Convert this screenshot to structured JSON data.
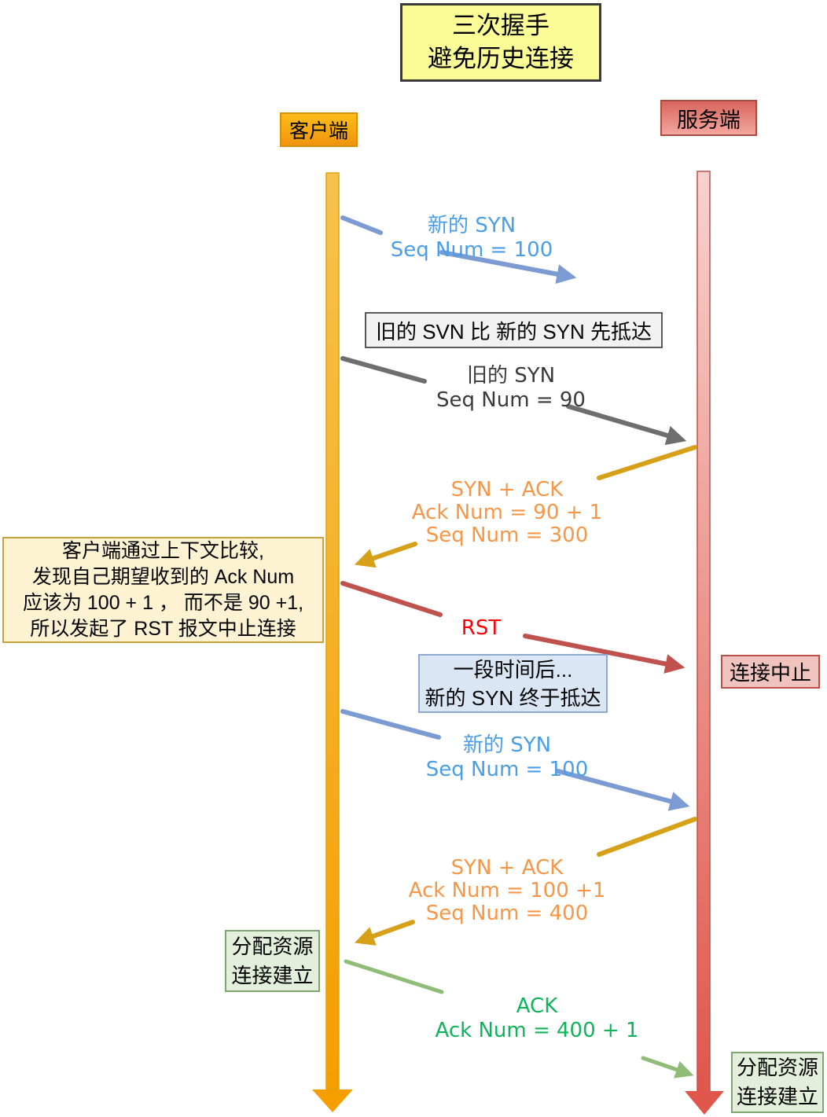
{
  "title": {
    "line1": "三次握手",
    "line2": "避免历史连接"
  },
  "actors": {
    "client": "客户端",
    "server": "服务端"
  },
  "notes": {
    "old_syn_first": "旧的 SVN 比 新的 SYN 先抵达",
    "client_analysis": [
      "客户端通过上下文比较,",
      "发现自己期望收到的 Ack Num",
      "应该为 100 + 1 ， 而不是 90 +1,",
      "所以发起了 RST 报文中止连接"
    ],
    "time_later": [
      "一段时间后...",
      "新的 SYN 终于抵达"
    ],
    "conn_abort": "连接中止",
    "client_established": [
      "分配资源",
      "连接建立"
    ],
    "server_established": [
      "分配资源",
      "连接建立"
    ]
  },
  "messages": [
    {
      "name": "new-syn-1",
      "direction": "client-to-server",
      "lines": [
        "新的 SYN",
        "Seq Num = 100"
      ]
    },
    {
      "name": "old-syn",
      "direction": "client-to-server",
      "lines": [
        "旧的 SYN",
        "Seq Num = 90"
      ]
    },
    {
      "name": "syn-ack-1",
      "direction": "server-to-client",
      "lines": [
        "SYN + ACK",
        "Ack Num =  90 + 1",
        "Seq Num = 300"
      ]
    },
    {
      "name": "rst",
      "direction": "client-to-server",
      "lines": [
        "RST"
      ]
    },
    {
      "name": "new-syn-2",
      "direction": "client-to-server",
      "lines": [
        "新的 SYN",
        "Seq Num = 100"
      ]
    },
    {
      "name": "syn-ack-2",
      "direction": "server-to-client",
      "lines": [
        "SYN + ACK",
        "Ack Num =  100 +1",
        "Seq Num = 400"
      ]
    },
    {
      "name": "ack",
      "direction": "client-to-server",
      "lines": [
        "ACK",
        "Ack Num = 400 + 1"
      ]
    }
  ],
  "colors": {
    "title_bg": "#fbfc96",
    "client_accent": "#f59e00",
    "server_accent": "#e0564b",
    "blue_arrow": "#7b9bd2",
    "blue_text": "#4a9ee8",
    "gray_arrow": "#6e6e6e",
    "gold_arrow": "#d6a118",
    "orange_text": "#f79646",
    "rst_arrow": "#c0524e",
    "rst_text": "#fb0005",
    "green_arrow": "#8fbc77",
    "green_text": "#0fb45a",
    "note_bg": "#fdf3d2",
    "gray_note_bg": "#f2f2f2",
    "blue_note_bg": "#dbe6f4",
    "pink_note_bg": "#f1c3be",
    "green_note_bg": "#e3efdb"
  }
}
